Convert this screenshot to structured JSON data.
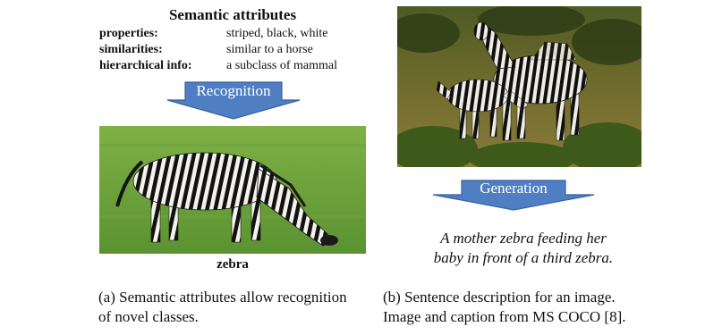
{
  "panel_a": {
    "title": "Semantic attributes",
    "attributes": [
      {
        "key": "properties:",
        "value": "striped, black, white"
      },
      {
        "key": "similarities:",
        "value": "similar to a horse"
      },
      {
        "key": "hierarchical info:",
        "value": "a subclass of mammal"
      }
    ],
    "arrow_label": "Recognition",
    "image_label": "zebra",
    "caption_line1": "(a) Semantic attributes allow recognition",
    "caption_line2": "of novel classes."
  },
  "panel_b": {
    "arrow_label": "Generation",
    "sentence_line1": "A mother zebra feeding her",
    "sentence_line2": "baby in front of a third zebra.",
    "caption_line1": "(b) Sentence description for an image.",
    "caption_line2": "Image and caption from MS COCO [8]."
  },
  "colors": {
    "arrow_fill": "#4f7ec3",
    "arrow_stroke": "#3a629e",
    "arrow_text": "#ffffff"
  }
}
